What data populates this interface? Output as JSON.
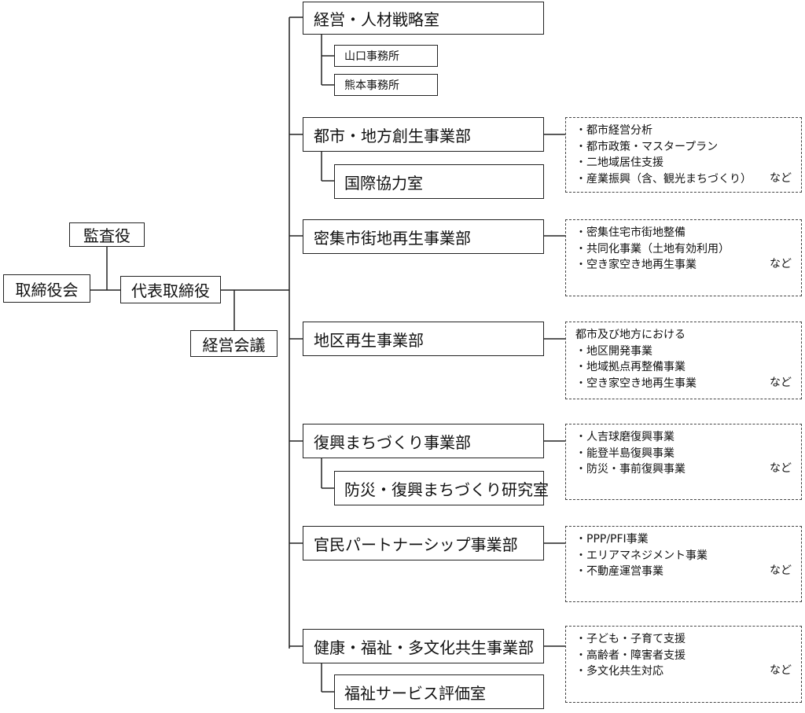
{
  "top": {
    "board": "取締役会",
    "auditor": "監査役",
    "president": "代表取締役",
    "management_meeting": "経営会議"
  },
  "departments": {
    "strategy": {
      "name": "経営・人材戦略室",
      "offices": [
        "山口事務所",
        "熊本事務所"
      ]
    },
    "urban_regional": {
      "name": "都市・地方創生事業部",
      "sub_unit": "国際協力室",
      "items": [
        "・都市経営分析",
        "・都市政策・マスタープラン",
        "・二地域居住支援",
        "・産業振興（含、観光まちづくり）"
      ],
      "suffix": "など"
    },
    "dense_area": {
      "name": "密集市街地再生事業部",
      "items": [
        "・密集住宅市街地整備",
        "・共同化事業（土地有効利用）",
        "・空き家空き地再生事業"
      ],
      "suffix": "など"
    },
    "district": {
      "name": "地区再生事業部",
      "items": [
        "都市及び地方における",
        "・地区開発事業",
        "・地域拠点再整備事業",
        "・空き家空き地再生事業"
      ],
      "suffix": "など"
    },
    "reconstruction": {
      "name": "復興まちづくり事業部",
      "sub_unit": "防災・復興まちづくり研究室",
      "items": [
        "・人吉球磨復興事業",
        "・能登半島復興事業",
        "・防災・事前復興事業"
      ],
      "suffix": "など"
    },
    "ppp": {
      "name": "官民パートナーシップ事業部",
      "items": [
        "・PPP/PFI事業",
        "・エリアマネジメント事業",
        "・不動産運営事業"
      ],
      "suffix": "など"
    },
    "welfare": {
      "name": "健康・福祉・多文化共生事業部",
      "sub_unit": "福祉サービス評価室",
      "items": [
        "・子ども・子育て支援",
        "・高齢者・障害者支援",
        "・多文化共生対応"
      ],
      "suffix": "など"
    }
  }
}
